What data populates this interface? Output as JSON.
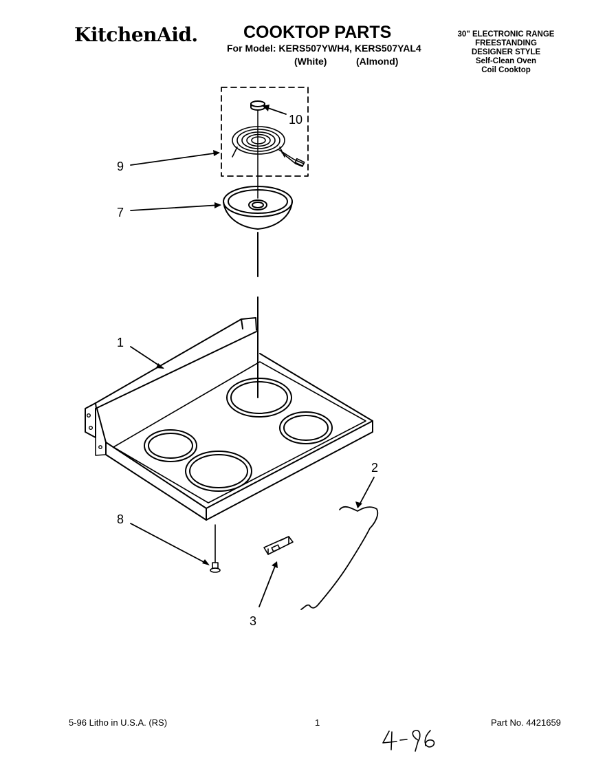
{
  "header": {
    "brand": "KitchenAid.",
    "title": "COOKTOP PARTS",
    "model_line": "For Model: KERS507YWH4, KERS507YAL4",
    "finish_white": "(White)",
    "finish_almond": "(Almond)",
    "description": [
      "30\" ELECTRONIC RANGE",
      "FREESTANDING",
      "DESIGNER STYLE",
      "Self-Clean Oven",
      "Coil Cooktop"
    ]
  },
  "callouts": [
    "10",
    "9",
    "7",
    "1",
    "8",
    "2",
    "3"
  ],
  "footer": {
    "litho": "5-96 Litho in U.S.A. (RS)",
    "page": "1",
    "part_no": "Part No. 4421659",
    "handwritten": "4-96"
  }
}
